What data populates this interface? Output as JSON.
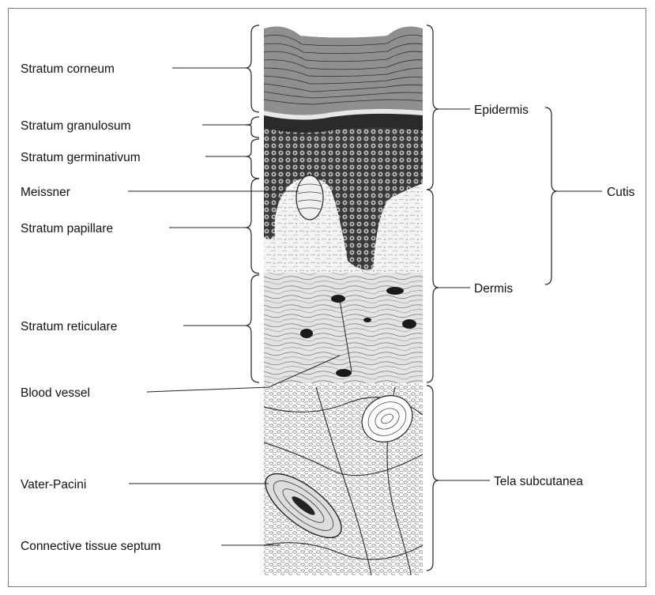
{
  "figure": {
    "left_labels": {
      "stratum_corneum": "Stratum corneum",
      "stratum_granulosum": "Stratum granulosum",
      "stratum_germinativum": "Stratum germinativum",
      "meissner": "Meissner",
      "stratum_papillare": "Stratum papillare",
      "stratum_reticulare": "Stratum reticulare",
      "blood_vessel": "Blood vessel",
      "vater_pacini": "Vater-Pacini",
      "connective_tissue_septum": "Connective tissue septum"
    },
    "right_labels": {
      "epidermis": "Epidermis",
      "cutis": "Cutis",
      "dermis": "Dermis",
      "tela_subcutanea": "Tela subcutanea"
    }
  }
}
